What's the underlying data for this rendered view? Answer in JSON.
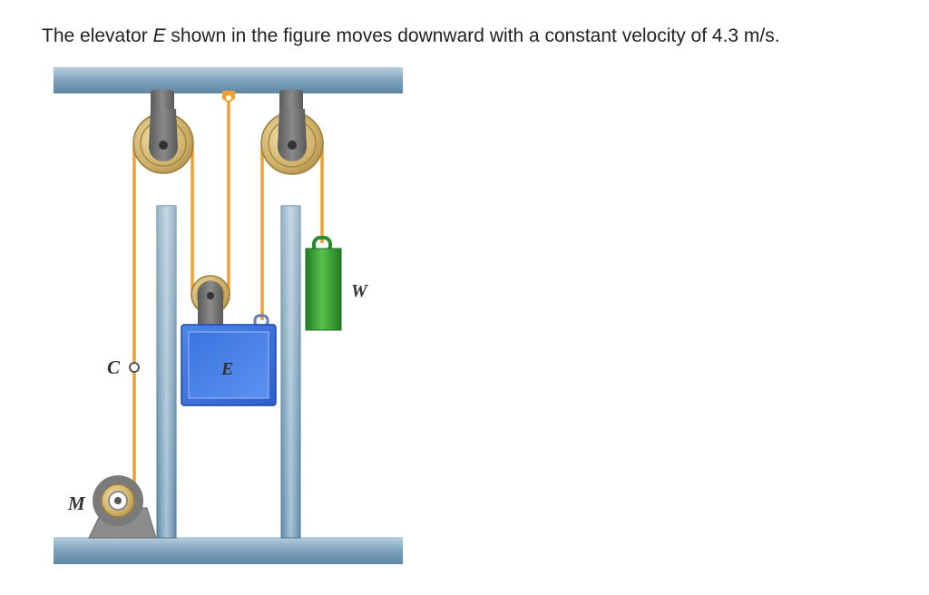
{
  "problem": {
    "text_before": "The elevator ",
    "variable": "E",
    "text_after": " shown in the figure moves downward with a constant velocity of 4.3 m/s."
  },
  "figure": {
    "labels": {
      "elevator": "E",
      "counterweight": "W",
      "point_c": "C",
      "motor": "M"
    },
    "colors": {
      "cable": "#f0a030",
      "beam": "#6f97b3",
      "pulley_rim": "#c8a860",
      "bracket": "#6e6e6e",
      "elevator": "#3a6fd8",
      "counterweight": "#36a035"
    }
  }
}
